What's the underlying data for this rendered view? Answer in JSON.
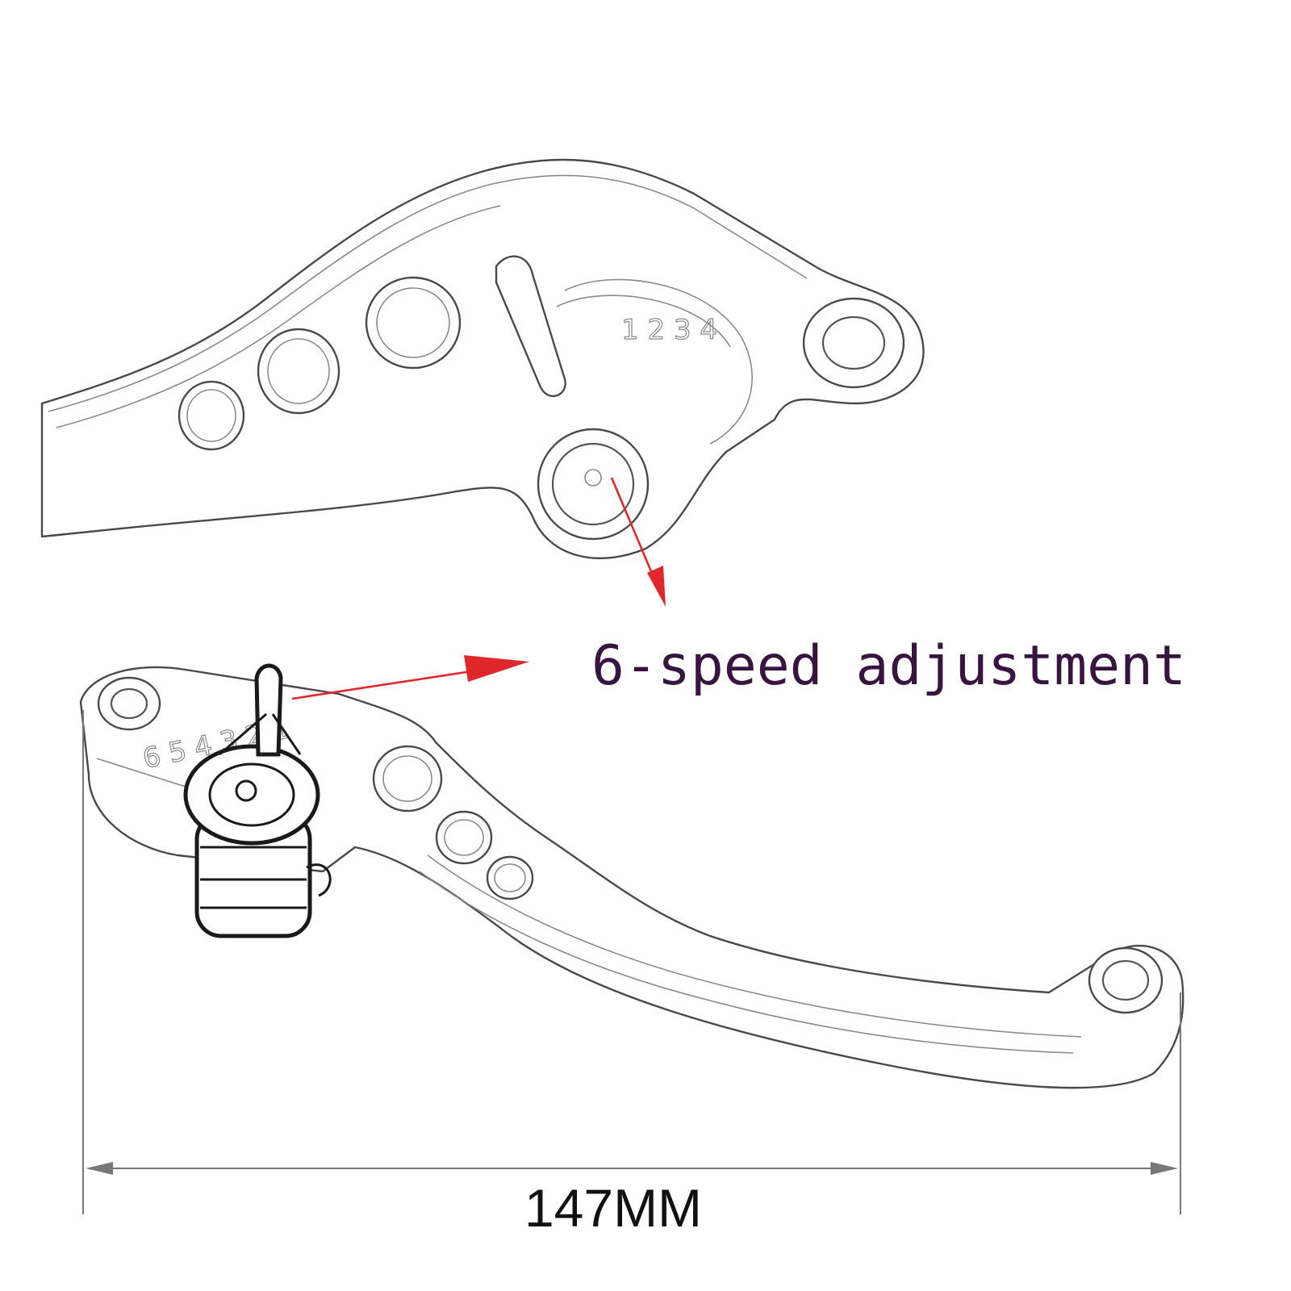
{
  "callout": {
    "label": "6-speed adjustment",
    "arrow_color": "#e0282c",
    "text_color": "#3a1440"
  },
  "dimension": {
    "label": "147MM"
  },
  "engravings": {
    "top_lever": "1 2 3 4",
    "bottom_lever": "6 5 4 3 2 1"
  },
  "icons": {
    "top_lever": "brake-lever-sketch",
    "bottom_lever": "brake-lever-sketch"
  }
}
